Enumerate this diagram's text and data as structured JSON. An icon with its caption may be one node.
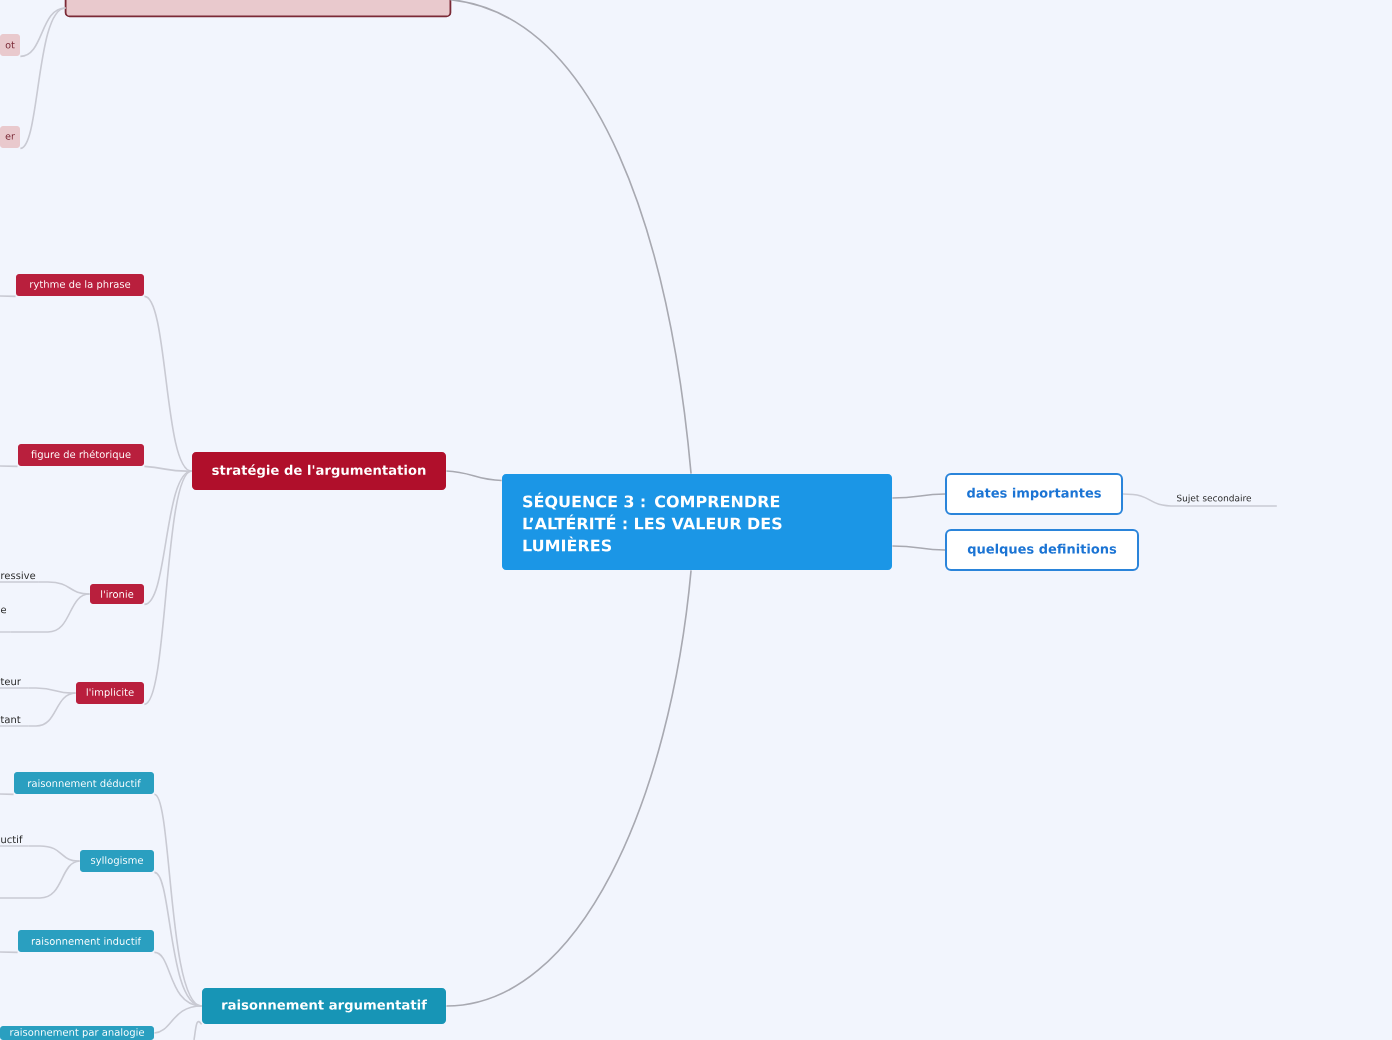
{
  "diagram": {
    "nodes": [
      {
        "text": [],
        "shape": "box"
      },
      {
        "text": [
          "ot"
        ]
      },
      {
        "text": [
          "er"
        ]
      },
      {
        "text": [
          "rythme de la phrase"
        ]
      },
      {
        "text": [
          "figure de rhétorique"
        ]
      },
      {
        "text": [
          "stratégie de l'argumentation"
        ]
      },
      {
        "text": [
          "SÉQUENCE 3 : COMPRENDRE L’ALTÉRITÉ : LES VALEUR DES LUMIÈRES"
        ]
      },
      {
        "text": [
          "dates importantes"
        ]
      },
      {
        "text": [
          "Sujet secondaire"
        ]
      },
      {
        "text": [
          "quelques definitions"
        ]
      },
      {
        "text": [
          "ressive"
        ]
      },
      {
        "text": [
          "l'ironie"
        ]
      },
      {
        "text": [
          "e"
        ]
      },
      {
        "text": [
          "teur"
        ]
      },
      {
        "text": [
          "l'implicite"
        ]
      },
      {
        "text": [
          "tant"
        ]
      },
      {
        "text": [
          "raisonnement déductif"
        ]
      },
      {
        "text": [
          "uctif"
        ]
      },
      {
        "text": [
          "syllogisme"
        ]
      },
      {
        "text": [
          "raisonnement inductif"
        ]
      },
      {
        "text": [
          "raisonnement argumentatif"
        ]
      },
      {
        "text": [
          "raisonnement par analogie"
        ]
      }
    ],
    "edges": [
      {
        "from": 6,
        "to": 0,
        "arrow": "none",
        "color": "#a8a9b1"
      },
      {
        "from": 0,
        "to": 1,
        "arrow": "none"
      },
      {
        "from": 0,
        "to": 2,
        "arrow": "none"
      },
      {
        "from": 6,
        "to": 5,
        "arrow": "none",
        "color": "#a8a9b1"
      },
      {
        "from": 5,
        "to": 3,
        "arrow": "none"
      },
      {
        "from": 5,
        "to": 4,
        "arrow": "none"
      },
      {
        "from": 5,
        "to": 11,
        "arrow": "none"
      },
      {
        "from": 5,
        "to": 14,
        "arrow": "none"
      },
      {
        "from": 3,
        "to": null,
        "arrow": "none"
      },
      {
        "from": 4,
        "to": null,
        "arrow": "none"
      },
      {
        "from": 11,
        "to": 10,
        "arrow": "none"
      },
      {
        "from": 11,
        "to": 12,
        "arrow": "none"
      },
      {
        "from": 14,
        "to": 13,
        "arrow": "none"
      },
      {
        "from": 14,
        "to": 15,
        "arrow": "none"
      },
      {
        "from": 6,
        "to": 7,
        "arrow": "none",
        "color": "#a8a9b1"
      },
      {
        "from": 6,
        "to": 9,
        "arrow": "none",
        "color": "#a8a9b1"
      },
      {
        "from": 7,
        "to": 8,
        "arrow": "none"
      },
      {
        "from": 6,
        "to": 20,
        "arrow": "none",
        "color": "#a8a9b1"
      },
      {
        "from": 20,
        "to": 16,
        "arrow": "none"
      },
      {
        "from": 20,
        "to": 18,
        "arrow": "none"
      },
      {
        "from": 20,
        "to": 19,
        "arrow": "none"
      },
      {
        "from": 20,
        "to": 21,
        "arrow": "none"
      },
      {
        "from": 16,
        "to": null,
        "arrow": "none"
      },
      {
        "from": 18,
        "to": 17,
        "arrow": "none"
      },
      {
        "from": 18,
        "to": null,
        "arrow": "none"
      },
      {
        "from": 19,
        "to": null,
        "arrow": "none"
      },
      {
        "from": 20,
        "to": null,
        "arrow": "none"
      }
    ]
  }
}
